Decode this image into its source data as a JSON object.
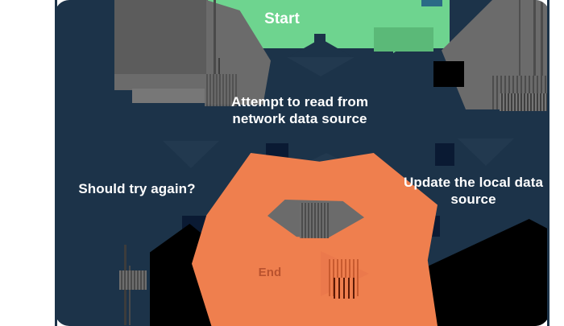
{
  "diagram": {
    "title": "Network data source read flowchart",
    "background_color": "#1c3349",
    "nodes": [
      {
        "id": "start",
        "label": "Start",
        "shape": "terminator",
        "fill": "#6ed48f",
        "text_color": "#ffffff"
      },
      {
        "id": "attempt-read",
        "label": "Attempt to read from\nnetwork data source",
        "shape": "process",
        "fill": "#1c3349",
        "text_color": "#ffffff"
      },
      {
        "id": "should-retry",
        "label": "Should try again?",
        "shape": "decision",
        "fill": "#1c3349",
        "text_color": "#ffffff"
      },
      {
        "id": "update-local",
        "label": "Update the local data\nsource",
        "shape": "process",
        "fill": "#1c3349",
        "text_color": "#ffffff"
      },
      {
        "id": "end",
        "label": "End",
        "shape": "terminator",
        "fill": "#ef7f4e",
        "text_color": "#7a1d08"
      }
    ],
    "connectors": [
      {
        "from": "start",
        "to": "attempt-read",
        "direction": "down"
      },
      {
        "from": "attempt-read",
        "to": "should-retry",
        "direction": "down"
      },
      {
        "from": "should-retry",
        "to": "update-local",
        "direction": "right"
      },
      {
        "from": "update-local",
        "to": "end",
        "direction": "down"
      }
    ],
    "artifacts": {
      "description": "image corruption blocks",
      "colors": [
        "#5c5c5c",
        "#6b6b6b",
        "#000000",
        "#0a1a33"
      ]
    }
  }
}
